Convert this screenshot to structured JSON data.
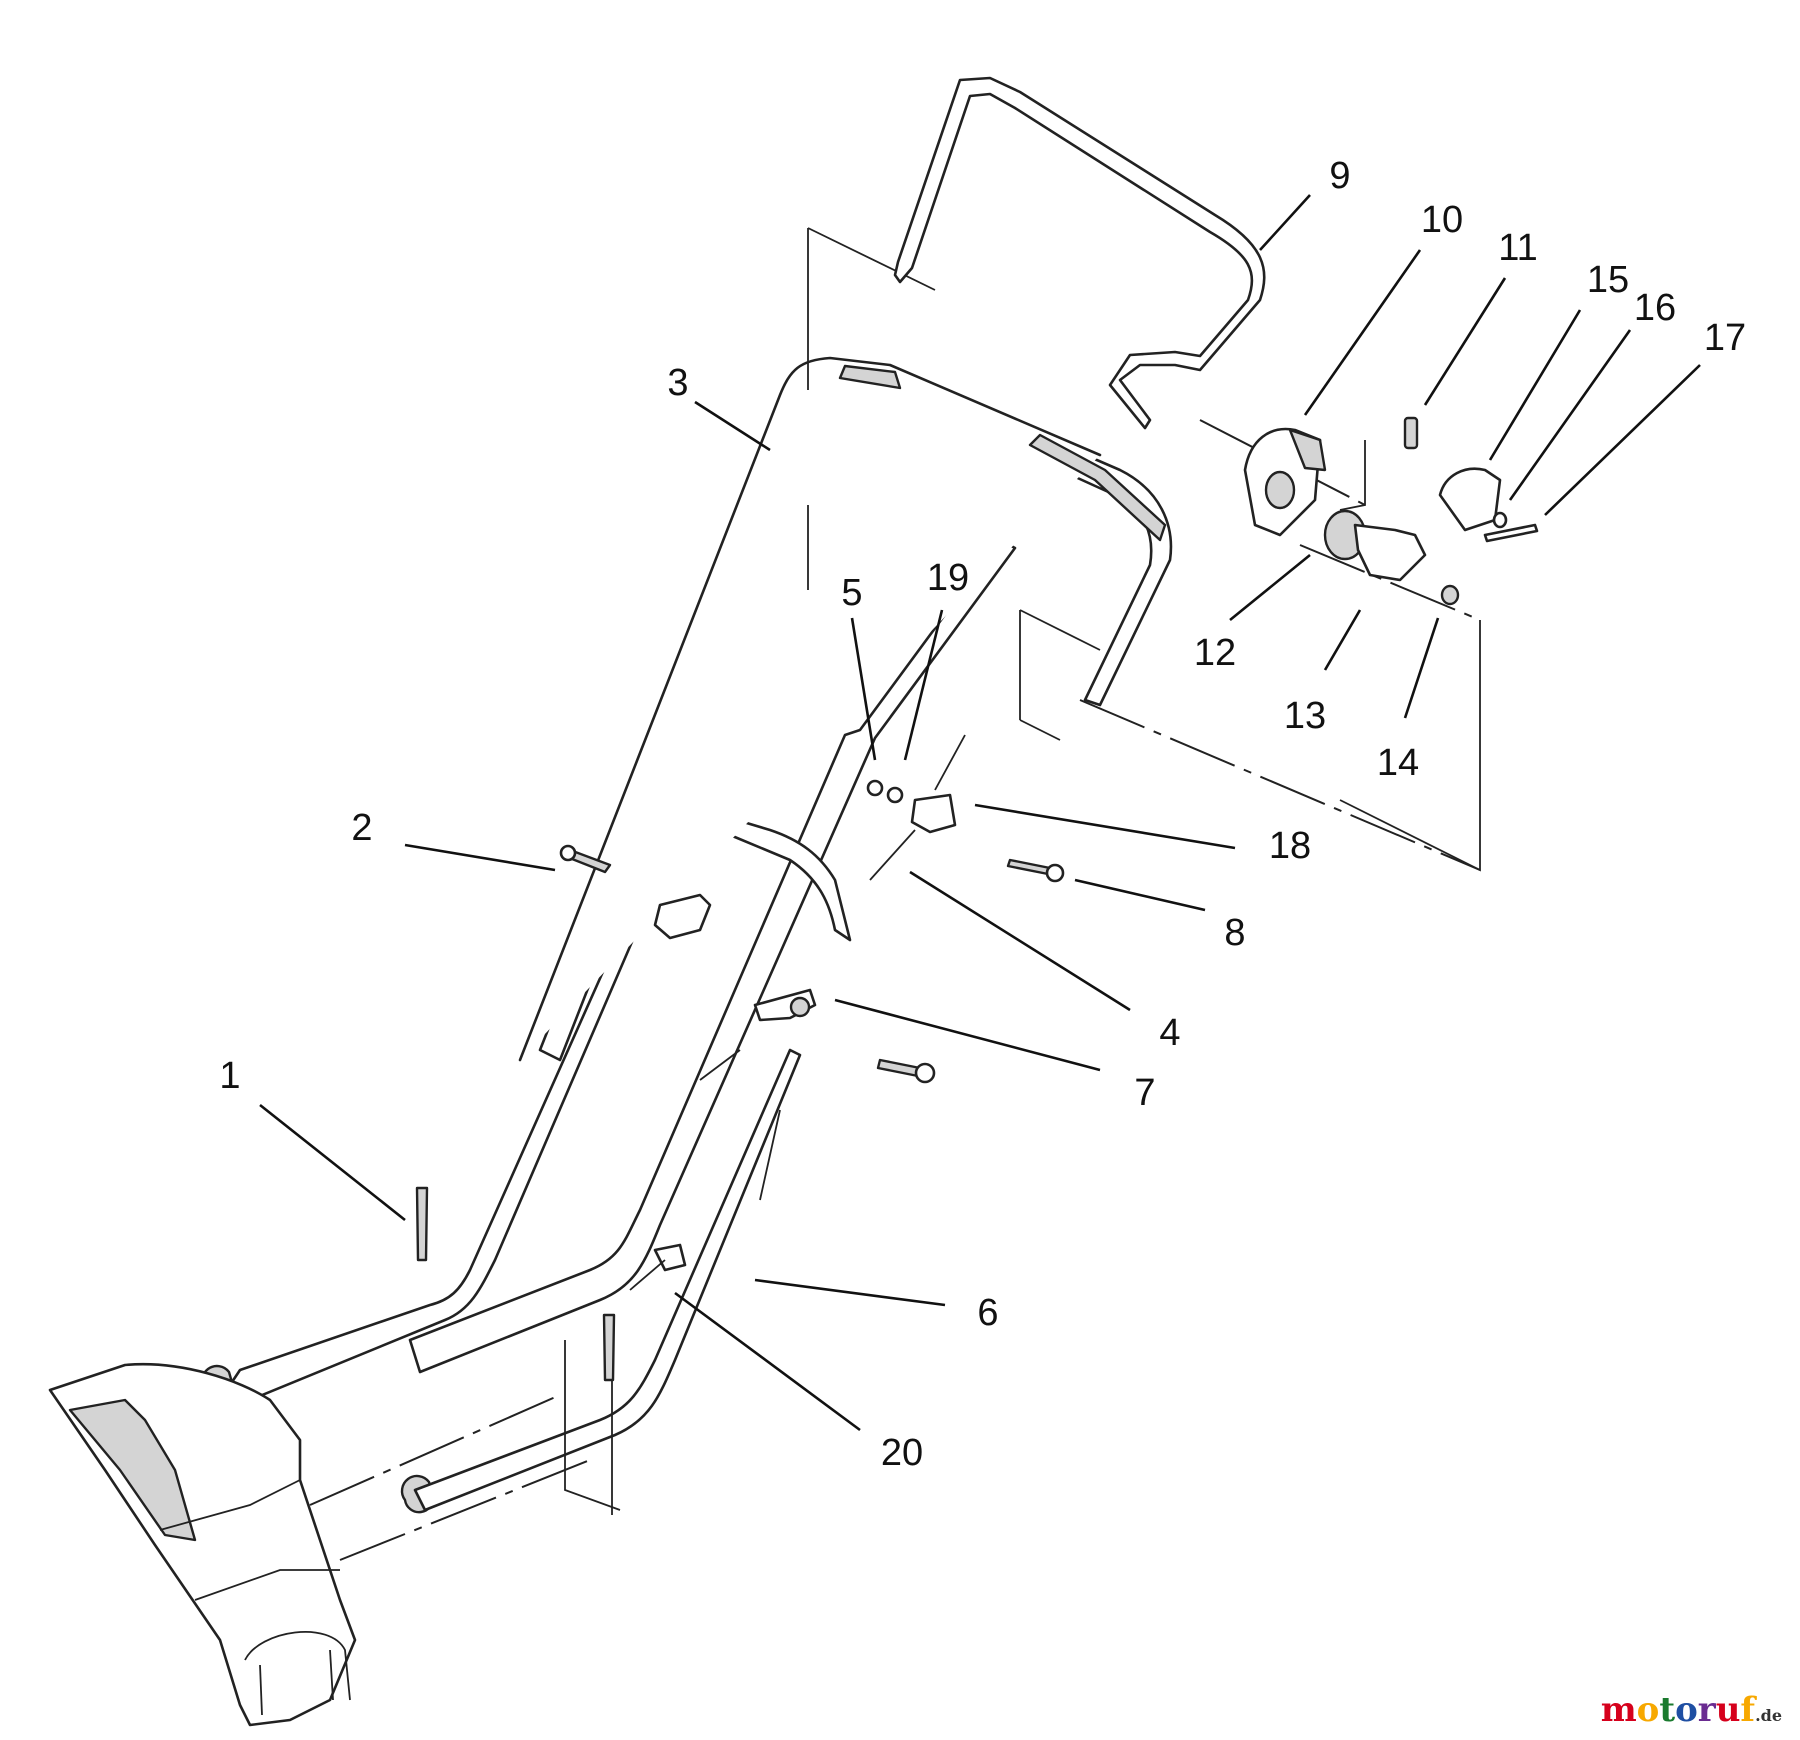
{
  "callouts": [
    {
      "id": "1",
      "label": "1"
    },
    {
      "id": "2",
      "label": "2"
    },
    {
      "id": "3",
      "label": "3"
    },
    {
      "id": "4",
      "label": "4"
    },
    {
      "id": "5",
      "label": "5"
    },
    {
      "id": "6",
      "label": "6"
    },
    {
      "id": "7",
      "label": "7"
    },
    {
      "id": "8",
      "label": "8"
    },
    {
      "id": "9",
      "label": "9"
    },
    {
      "id": "10",
      "label": "10"
    },
    {
      "id": "11",
      "label": "11"
    },
    {
      "id": "12",
      "label": "12"
    },
    {
      "id": "13",
      "label": "13"
    },
    {
      "id": "14",
      "label": "14"
    },
    {
      "id": "15",
      "label": "15"
    },
    {
      "id": "16",
      "label": "16"
    },
    {
      "id": "17",
      "label": "17"
    },
    {
      "id": "18",
      "label": "18"
    },
    {
      "id": "19",
      "label": "19"
    },
    {
      "id": "20",
      "label": "20"
    }
  ],
  "watermark": {
    "text": "motoruf",
    "suffix": ".de",
    "colors": [
      "#d6001c",
      "#f7a800",
      "#1a7a2e",
      "#1f4fa3",
      "#6a2c91"
    ]
  }
}
